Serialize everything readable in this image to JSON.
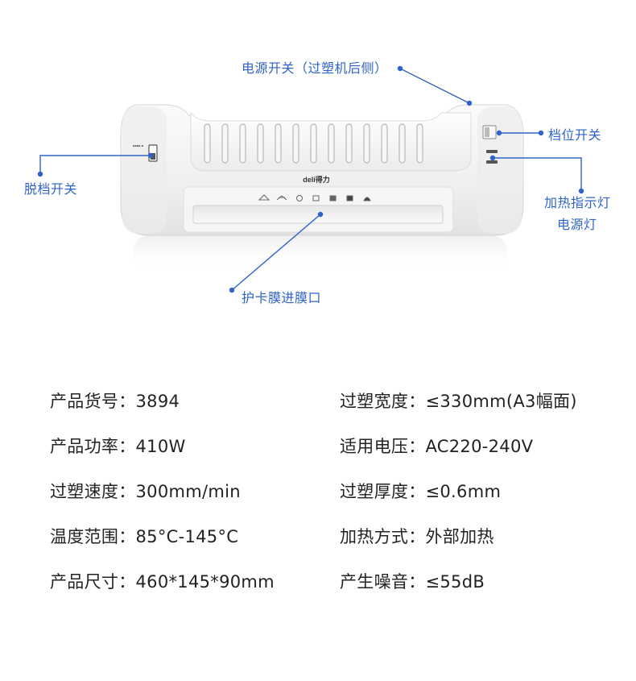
{
  "labels": {
    "power_switch": "电源开关（过塑机后侧）",
    "gear_switch": "档位开关",
    "release_switch": "脱档开关",
    "heat_indicator": "加热指示灯",
    "power_light": "电源灯",
    "film_inlet": "护卡膜进膜口"
  },
  "brand": "deli得力",
  "specs": [
    {
      "label": "产品货号：",
      "value": "3894"
    },
    {
      "label": "过塑宽度：",
      "value": "≤330mm(A3幅面)"
    },
    {
      "label": "产品功率：",
      "value": "410W"
    },
    {
      "label": "适用电压：",
      "value": "AC220-240V"
    },
    {
      "label": "过塑速度：",
      "value": "300mm/min"
    },
    {
      "label": "过塑厚度：",
      "value": "≤0.6mm"
    },
    {
      "label": "温度范围：",
      "value": "85°C-145°C"
    },
    {
      "label": "加热方式：",
      "value": "外部加热"
    },
    {
      "label": "产品尺寸：",
      "value": "460*145*90mm"
    },
    {
      "label": "产生噪音：",
      "value": "≤55dB"
    }
  ],
  "colors": {
    "accent": "#2f63c9",
    "body": "#f2f2f2"
  },
  "icons": [
    "power-icon",
    "gear-icon",
    "leader-dot-icon"
  ]
}
